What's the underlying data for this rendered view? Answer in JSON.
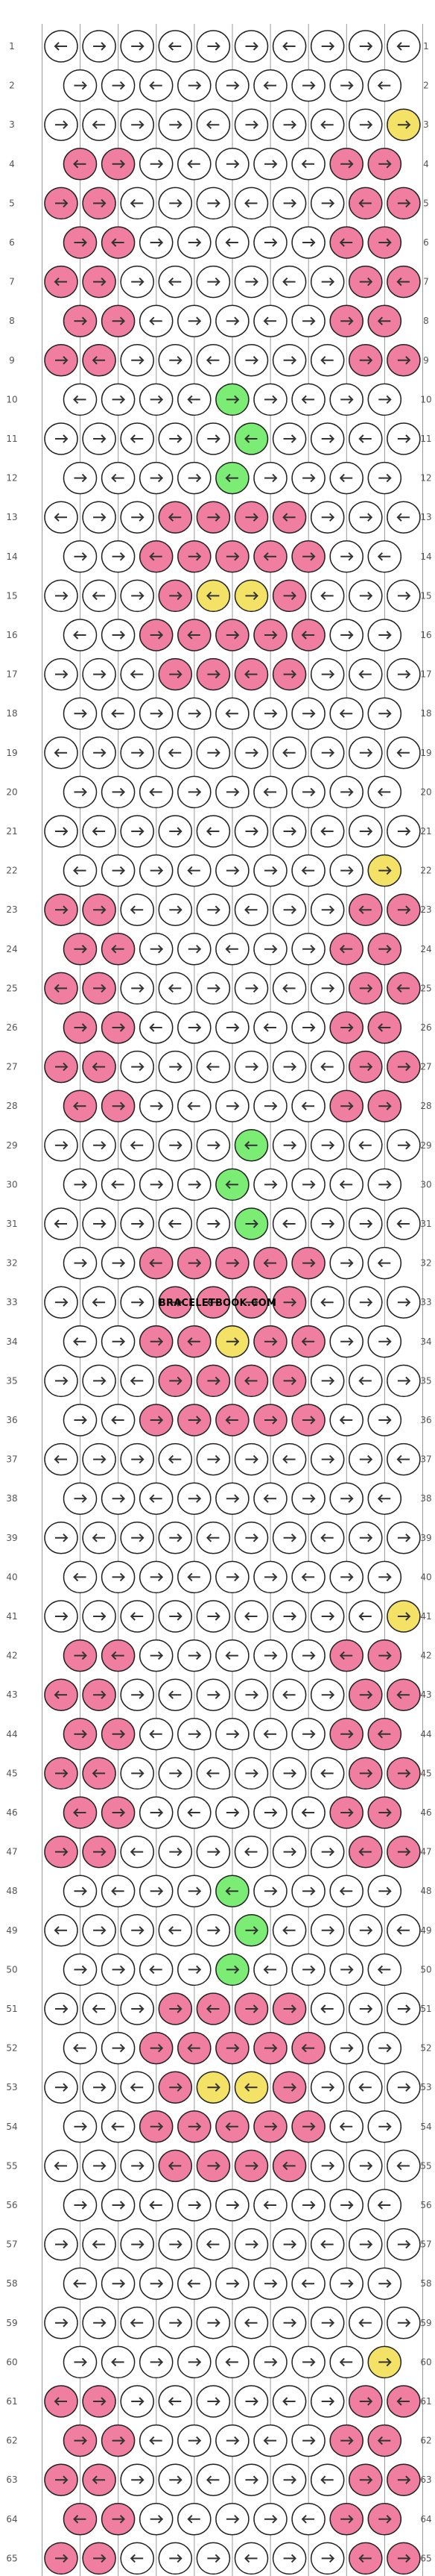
{
  "site": {
    "watermark": "BRACELETBOOK.COM"
  },
  "colors": {
    "white": "#ffffff",
    "pink": "#f07ea0",
    "green": "#7ced74",
    "yellow": "#f3e266",
    "outline": "#222222",
    "arrow": "#333333",
    "rownum": "#555555"
  },
  "pattern": {
    "rows": 65,
    "knots_per_row_odd": 10,
    "knots_per_row_even": 9,
    "row_labels": [
      "1",
      "2",
      "3",
      "4",
      "5",
      "6",
      "7",
      "8",
      "9",
      "10",
      "11",
      "12",
      "13",
      "14",
      "15",
      "16",
      "17",
      "18",
      "19",
      "20",
      "21",
      "22",
      "23",
      "24",
      "25",
      "26",
      "27",
      "28",
      "29",
      "30",
      "31",
      "32",
      "33",
      "34",
      "35",
      "36",
      "37",
      "38",
      "39",
      "40",
      "41",
      "42",
      "43",
      "44",
      "45",
      "46",
      "47",
      "48",
      "49",
      "50",
      "51",
      "52",
      "53",
      "54",
      "55",
      "56",
      "57",
      "58",
      "59",
      "60",
      "61",
      "62",
      "63",
      "64",
      "65"
    ]
  }
}
